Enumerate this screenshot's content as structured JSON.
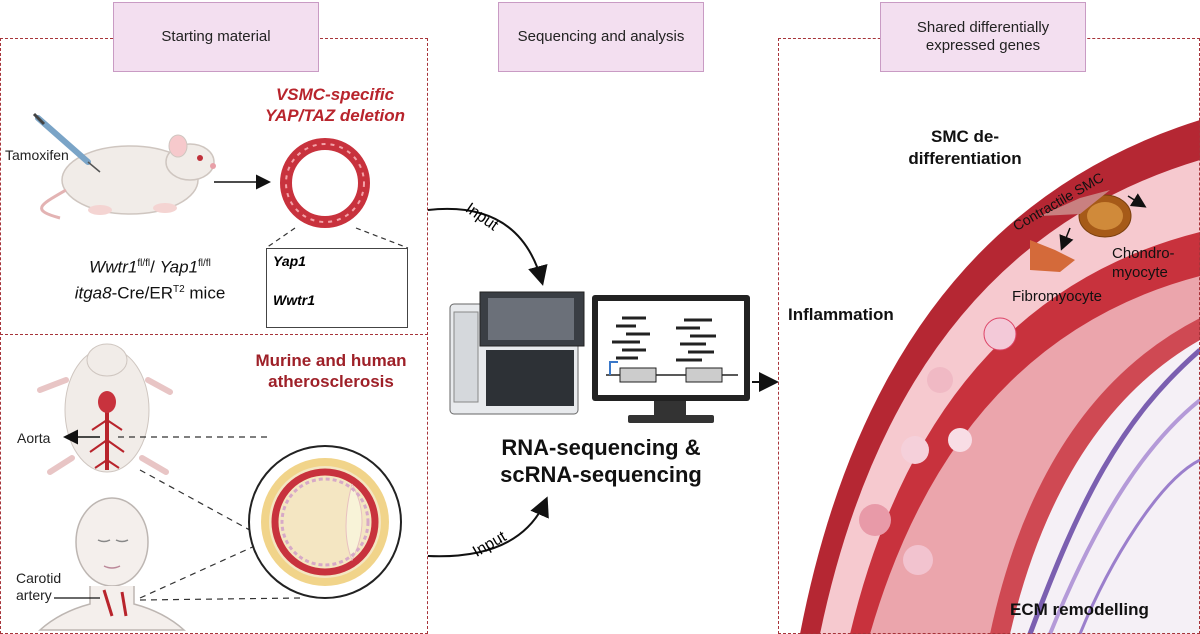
{
  "headers": {
    "starting_material": "Starting material",
    "sequencing_analysis": "Sequencing and analysis",
    "shared_genes": "Shared differentially expressed genes"
  },
  "left_top": {
    "tamoxifen": "Tamoxifen",
    "deletion_title": "VSMC-specific YAP/TAZ deletion",
    "mice_line1_a": "Wwtr1",
    "mice_line1_sup1": "fl/fl",
    "mice_line1_sep": "/ ",
    "mice_line1_b": "Yap1",
    "mice_line1_sup2": "fl/fl",
    "mice_line2_a": "itga8",
    "mice_line2_b": "-Cre/ER",
    "mice_line2_sup": "T2",
    "mice_line2_c": " mice",
    "gene1": "Yap1",
    "gene2": "Wwtr1"
  },
  "left_bottom": {
    "title": "Murine and human atherosclerosis",
    "aorta": "Aorta",
    "carotid": "Carotid artery"
  },
  "middle": {
    "input_top": "Input",
    "input_bottom": "Input",
    "result": "RNA-sequencing & scRNA-sequencing"
  },
  "right": {
    "smc_title": "SMC de-differentiation",
    "contractile": "Contractile SMC",
    "chondro": "Chondro-myocyte",
    "fibro": "Fibromyocyte",
    "inflammation": "Inflammation",
    "ecm": "ECM remodelling"
  },
  "colors": {
    "header_fill": "#f3dff0",
    "panel_border": "#a7343a",
    "accent_red": "#b8242c",
    "vessel_red": "#c8323d"
  }
}
